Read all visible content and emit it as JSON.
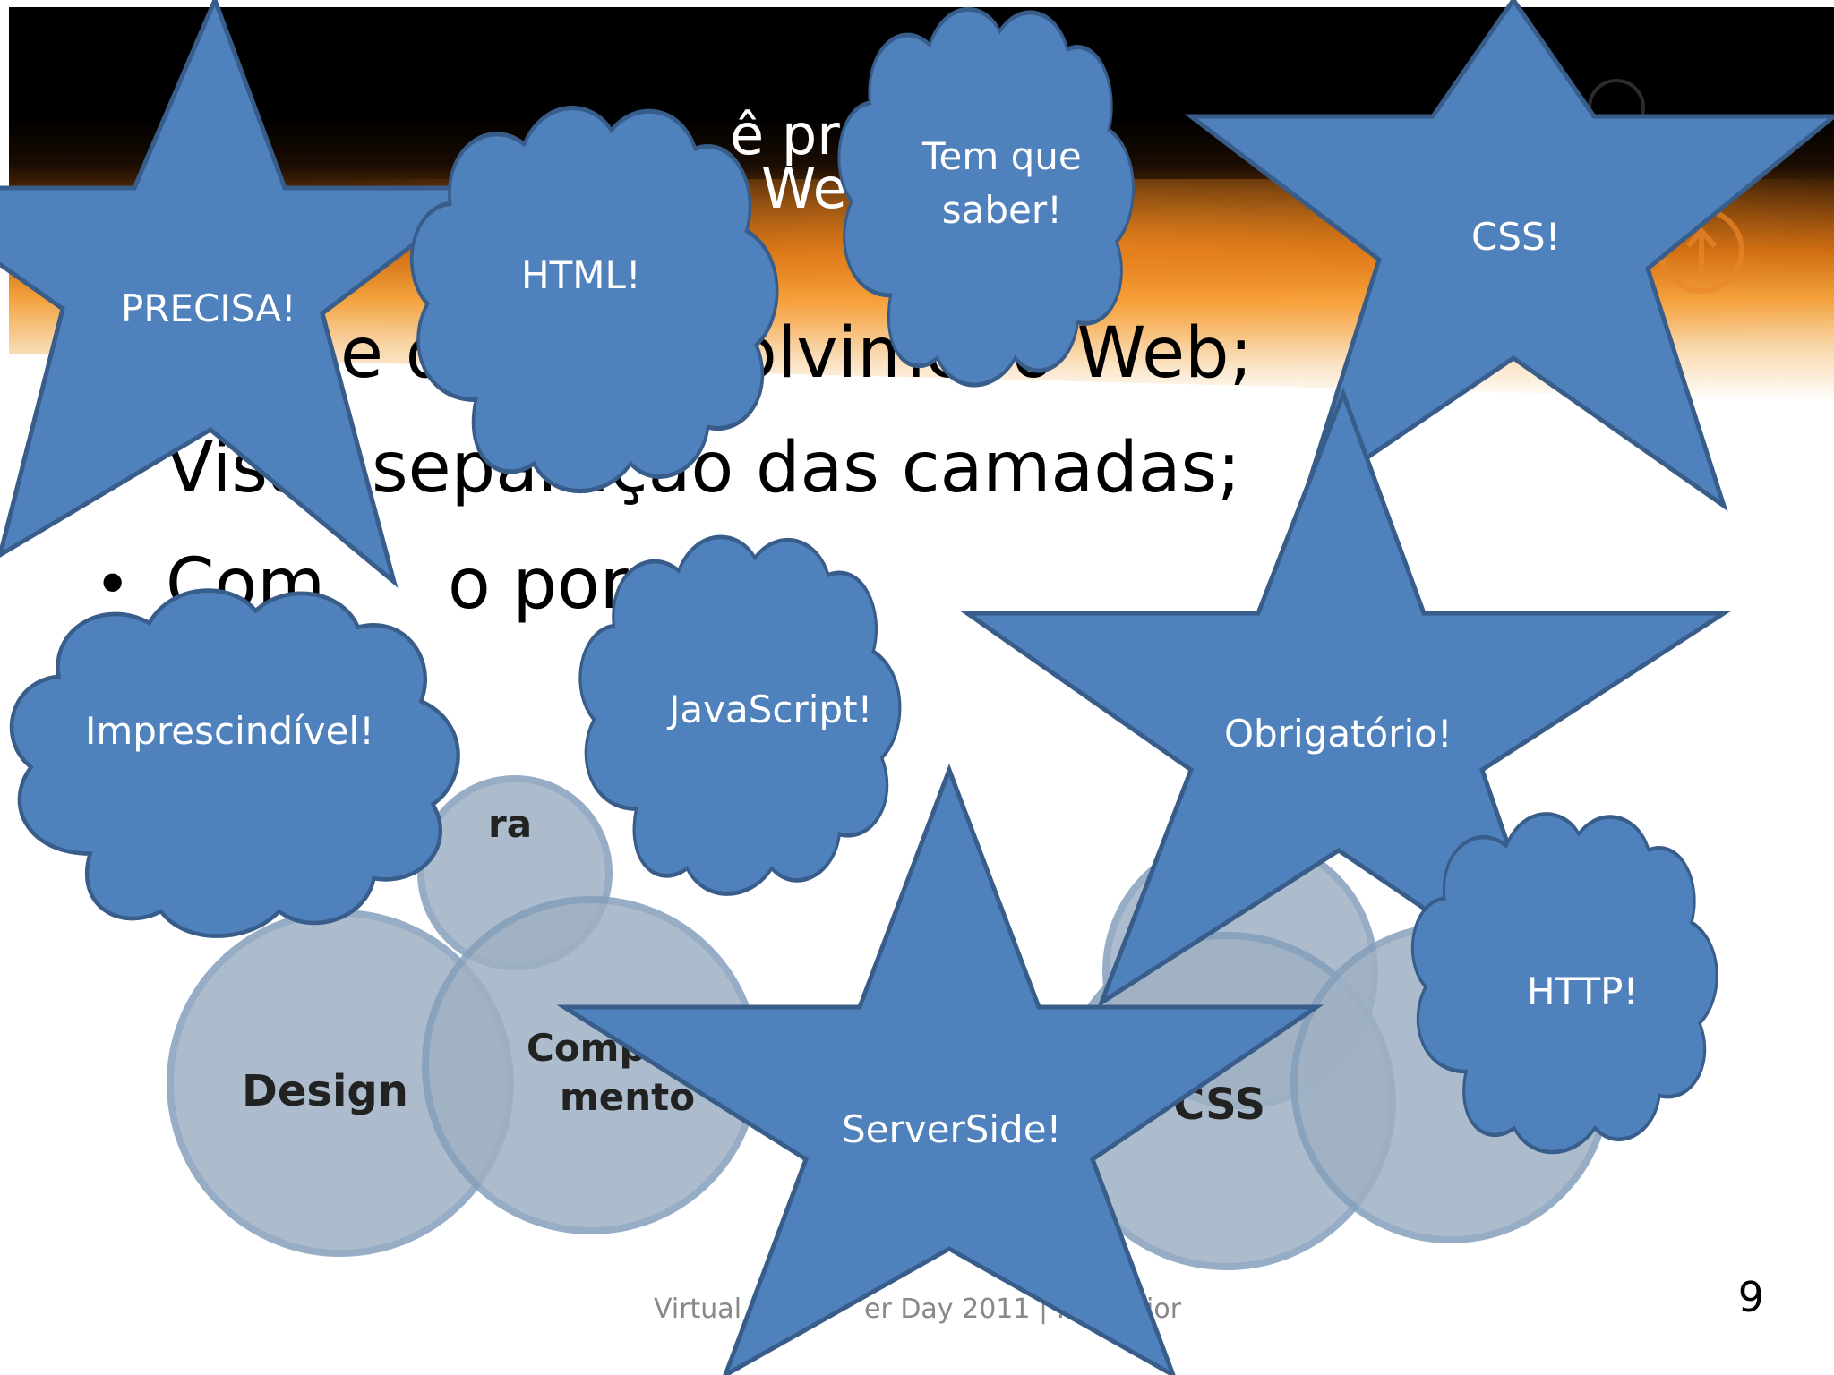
{
  "slide": {
    "title_line1": "ê pre",
    "title_line2": "We",
    "bullets": [
      "e d",
      "olvime",
      "o Web;",
      "Visa",
      "separação das camadas;",
      "•",
      "Com",
      "o por"
    ],
    "venn_labels": [
      "ra",
      "Design",
      "Comp",
      "mento",
      "CSS"
    ],
    "footer_left": "Virtual",
    "footer_right": "er Day 2011 | .N",
    "footer_end": "ior",
    "page_number": "9"
  },
  "shapes": {
    "precisa": "PRECISA!",
    "html": "HTML!",
    "tem_que_saber": "Tem que\nsaber!",
    "css": "CSS!",
    "imprescindivel": "Imprescindível!",
    "javascript": "JavaScript!",
    "obrigatorio": "Obrigatório!",
    "serverside": "ServerSide!",
    "http": "HTTP!"
  },
  "colors": {
    "shape_fill": "#4f81bd",
    "shape_stroke": "#385d8a",
    "venn_fill": "#8ea3b8",
    "header_orange": "#f3a23e"
  }
}
